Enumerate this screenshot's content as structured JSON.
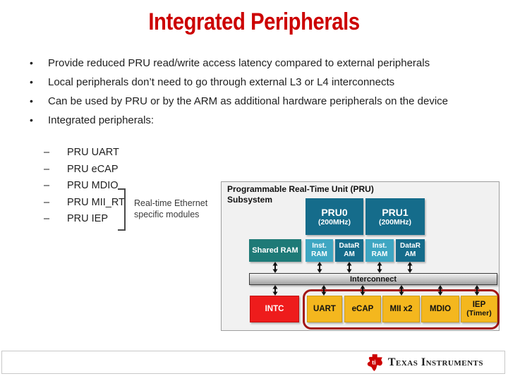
{
  "slide": {
    "title": "Integrated Peripherals",
    "bullets": [
      "Provide reduced PRU read/write access latency compared to external peripherals",
      "Local peripherals don’t need to go through external L3 or L4 interconnects",
      "Can be used by PRU or by the ARM as additional hardware peripherals on the device",
      "Integrated peripherals:"
    ],
    "sub_bullets": [
      "PRU UART",
      "PRU eCAP",
      "PRU MDIO",
      "PRU MII_RT",
      "PRU IEP"
    ],
    "annotation": [
      "Real-time Ethernet",
      "specific modules"
    ]
  },
  "diagram": {
    "title": [
      "Programmable Real-Time Unit (PRU)",
      "Subsystem"
    ],
    "pru0": {
      "name": "PRU0",
      "clock": "(200MHz)"
    },
    "pru1": {
      "name": "PRU1",
      "clock": "(200MHz)"
    },
    "shared_ram": "Shared RAM",
    "inst_ram": [
      "Inst.",
      "RAM"
    ],
    "data_ram": [
      "DataR",
      "AM"
    ],
    "interconnect": "Interconnect",
    "intc": "INTC",
    "peripherals": [
      "UART",
      "eCAP",
      "MII x2",
      "MDIO"
    ],
    "iep": [
      "IEP",
      "(Timer)"
    ]
  },
  "footer": {
    "brand": "Texas Instruments"
  },
  "colors": {
    "title_red": "#cc0000",
    "teal_dark": "#156c8b",
    "teal_green": "#1e7a77",
    "cyan_light": "#3ea6c2",
    "intc_red": "#ee1c1c",
    "peripheral_yellow": "#f4b71e",
    "outline_dark_red": "#a31515",
    "ti_red": "#cc0000"
  }
}
